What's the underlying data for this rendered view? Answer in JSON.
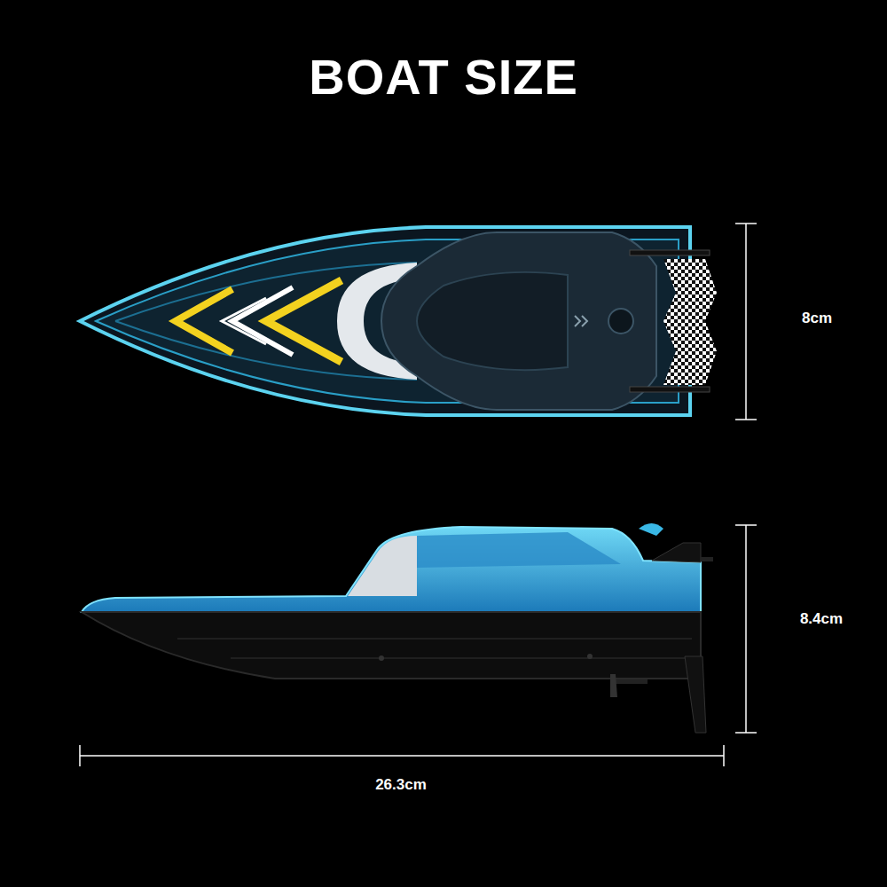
{
  "diagram": {
    "title": "BOAT SIZE",
    "labels": [
      "8cm",
      "8.4cm",
      "26.3cm"
    ]
  }
}
